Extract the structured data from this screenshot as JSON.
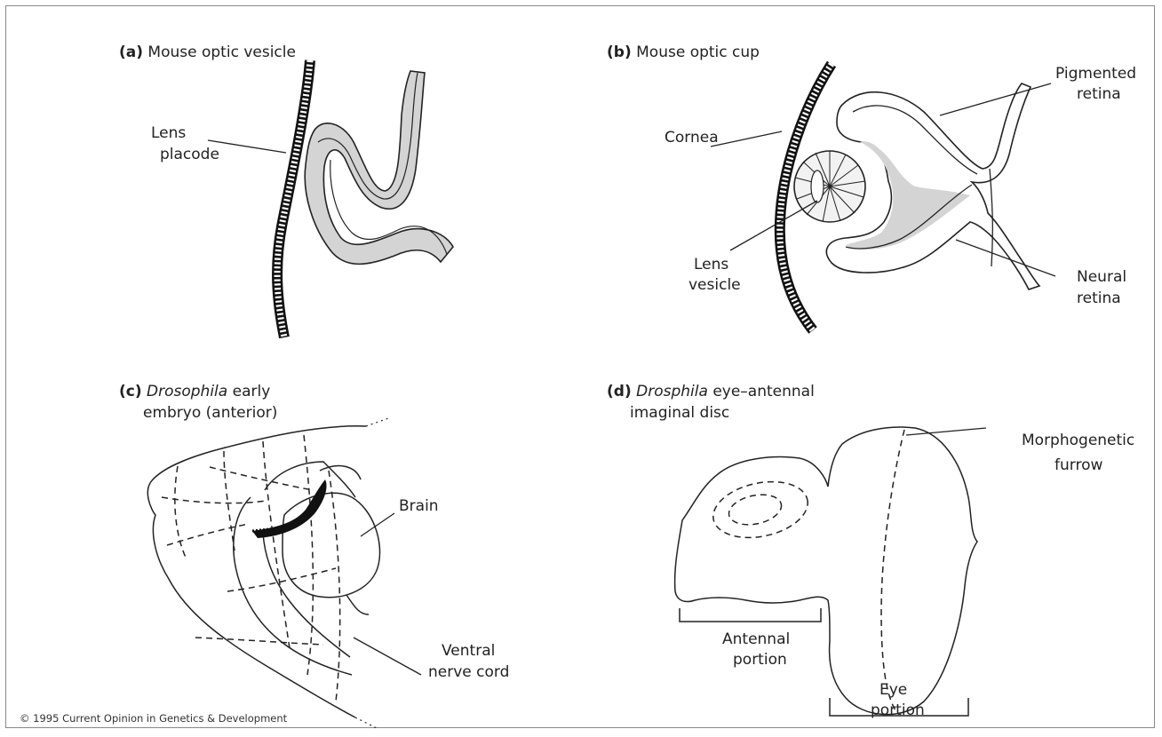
{
  "panels": {
    "a": {
      "letter": "(a)",
      "title": "Mouse optic vesicle",
      "labels": {
        "lens_line1": "Lens",
        "lens_line2": "placode"
      }
    },
    "b": {
      "letter": "(b)",
      "title": "Mouse optic cup",
      "labels": {
        "cornea": "Cornea",
        "pigmented_line1": "Pigmented",
        "pigmented_line2": "retina",
        "lens_line1": "Lens",
        "lens_line2": "vesicle",
        "neural_line1": "Neural",
        "neural_line2": "retina"
      }
    },
    "c": {
      "letter": "(c)",
      "title_italic": "Drosophila",
      "title_rest": "early",
      "title_line2": "embryo (anterior)",
      "labels": {
        "brain": "Brain",
        "ventral_line1": "Ventral",
        "ventral_line2": "nerve cord"
      }
    },
    "d": {
      "letter": "(d)",
      "title_italic": "Drosphila",
      "title_rest": "eye–antennal",
      "title_line2": "imaginal disc",
      "labels": {
        "furrow_line1": "Morphogenetic",
        "furrow_line2": "furrow",
        "antennal_line1": "Antennal",
        "antennal_line2": "portion",
        "eye_line1": "Eye",
        "eye_line2": "portion"
      }
    }
  },
  "copyright": "© 1995 Current Opinion in Genetics & Development",
  "colors": {
    "stipple": "#d4d4d4",
    "ink": "#222222"
  }
}
